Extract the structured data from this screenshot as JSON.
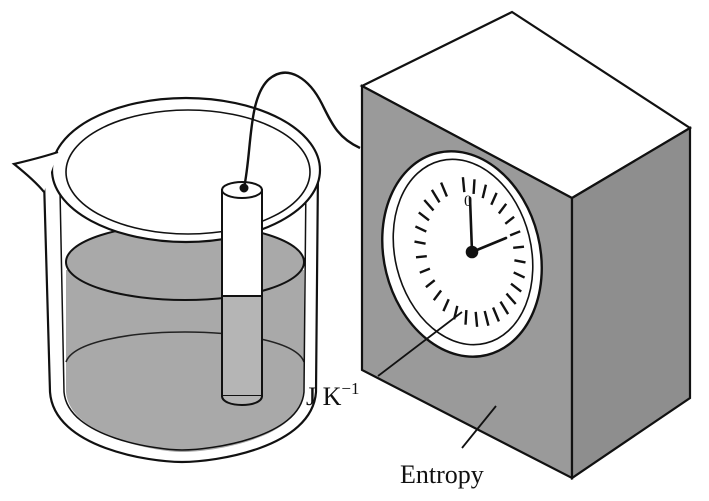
{
  "labels": {
    "dial_unit": "J K",
    "dial_unit_exponent": "−1",
    "box_label": "Entropy",
    "dial_zero": "0"
  },
  "colors": {
    "outline": "#111111",
    "liquid": "#a9a9a9",
    "box_front": "#9a9a9a",
    "box_side": "#8e8e8e",
    "box_top": "#ffffff",
    "dial_face": "#ffffff"
  }
}
